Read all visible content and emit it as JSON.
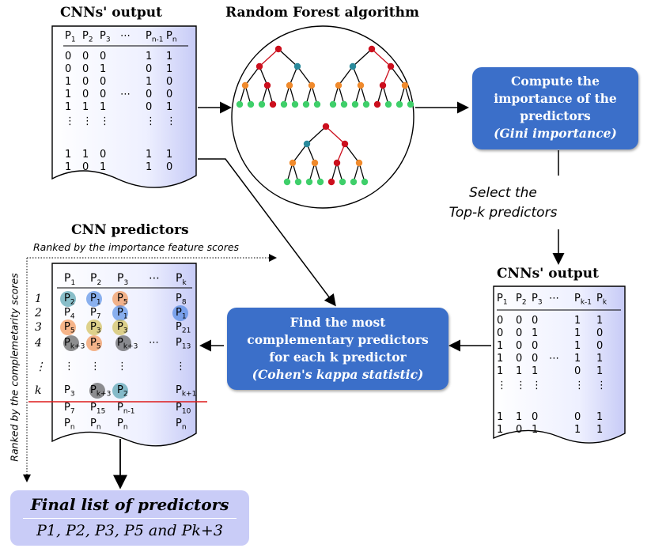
{
  "top_table": {
    "title": "CNNs' output",
    "header": [
      "P1",
      "P2",
      "P3",
      "⋯",
      "Pn-1",
      "Pn"
    ],
    "rows": [
      [
        "0",
        "0",
        "0",
        "",
        "1",
        "1"
      ],
      [
        "0",
        "0",
        "1",
        "",
        "0",
        "1"
      ],
      [
        "1",
        "0",
        "0",
        "",
        "1",
        "0"
      ],
      [
        "1",
        "0",
        "0",
        "⋯",
        "0",
        "0"
      ],
      [
        "1",
        "1",
        "1",
        "",
        "0",
        "1"
      ],
      [
        "⋮",
        "⋮",
        "⋮",
        "",
        "⋮",
        "⋮"
      ],
      [
        "1",
        "1",
        "0",
        "",
        "1",
        "1"
      ],
      [
        "1",
        "0",
        "1",
        "",
        "1",
        "0"
      ]
    ]
  },
  "forest": {
    "title": "Random Forest algorithm"
  },
  "compute_box": {
    "line1": "Compute the",
    "line2": "importance of the",
    "line3": "predictors",
    "line4": "(Gini importance)"
  },
  "select_label": {
    "line1": "Select the",
    "line2": "Top-k predictors"
  },
  "right_table": {
    "title": "CNNs' output",
    "header": [
      "P1",
      "P2",
      "P3",
      "⋯",
      "Pk-1",
      "Pk"
    ],
    "rows": [
      [
        "0",
        "0",
        "0",
        "",
        "1",
        "1"
      ],
      [
        "0",
        "0",
        "1",
        "",
        "1",
        "0"
      ],
      [
        "1",
        "0",
        "0",
        "",
        "1",
        "0"
      ],
      [
        "1",
        "0",
        "0",
        "⋯",
        "1",
        "1"
      ],
      [
        "1",
        "1",
        "1",
        "",
        "0",
        "1"
      ],
      [
        "⋮",
        "⋮",
        "⋮",
        "",
        "⋮",
        "⋮"
      ],
      [
        "1",
        "1",
        "0",
        "",
        "0",
        "1"
      ],
      [
        "1",
        "0",
        "1",
        "",
        "1",
        "1"
      ]
    ]
  },
  "find_box": {
    "line1": "Find the most",
    "line2": "complementary predictors",
    "line3": "for each k predictor",
    "line4": "(Cohen's kappa statistic)"
  },
  "cnn_predictors": {
    "title": "CNN predictors",
    "top_axis_label": "Ranked by the importance feature scores",
    "side_axis_label": "Ranked by the complemetarity scores",
    "header": [
      "P1",
      "P2",
      "P3",
      "⋯",
      "Pk"
    ],
    "row_labels": [
      "1",
      "2",
      "3",
      "4",
      "⋮",
      "k"
    ],
    "rows": [
      [
        "P2",
        "P1",
        "P5",
        "",
        "P8"
      ],
      [
        "P4",
        "P7",
        "P1",
        "",
        "P1"
      ],
      [
        "P5",
        "P3",
        "P3",
        "",
        "P21"
      ],
      [
        "Pk+3",
        "P5",
        "Pk+3",
        "⋯",
        "P13"
      ],
      [
        "⋮",
        "⋮",
        "⋮",
        "",
        "⋮"
      ],
      [
        "P3",
        "Pk+3",
        "P2",
        "",
        "Pk+1"
      ],
      [
        "P7",
        "P15",
        "Pn-1",
        "",
        "P10"
      ],
      [
        "Pn",
        "Pn",
        "Pn",
        "",
        "Pn"
      ]
    ]
  },
  "final": {
    "title": "Final list of predictors",
    "list": "P1, P2, P3, P5 and Pk+3"
  },
  "colors": {
    "box_blue": "#3b6fc9",
    "node_red": "#cc0f1d",
    "node_teal": "#2a8a9c",
    "node_orange": "#f08a2c",
    "node_green": "#3fcf6a",
    "final_bg": "#c9ccf7",
    "cutoff_line": "#dd1a1a"
  }
}
